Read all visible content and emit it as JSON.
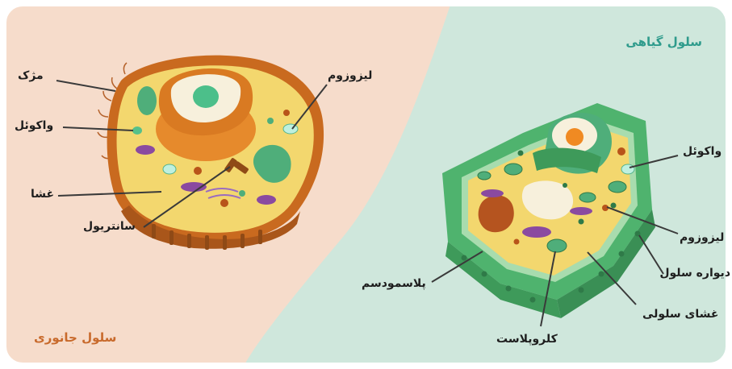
{
  "titles": {
    "plant": "سلول گیاهی",
    "animal": "سلول جانوری"
  },
  "animal_labels": {
    "cilia": "مژک",
    "vacuole": "واکوئل",
    "membrane": "غشا",
    "centriole": "سانتریول",
    "lysosome": "لیزوزوم"
  },
  "plant_labels": {
    "vacuole": "واکوئل",
    "lysosome": "لیزوزوم",
    "cell_wall": "دیواره سلول",
    "cell_membrane": "غشای سلولی",
    "chloroplast": "کلروپلاست",
    "plasmodesma": "پلاسمودسم"
  },
  "colors": {
    "animal_bg": "#f6dccb",
    "plant_bg": "#cde7dc",
    "animal_title": "#c86a2c",
    "plant_title": "#2f9b8c",
    "cell_cytoplasm": "#f3d76e",
    "animal_membrane": "#c96a1f",
    "plant_wall": "#4fb36e"
  }
}
